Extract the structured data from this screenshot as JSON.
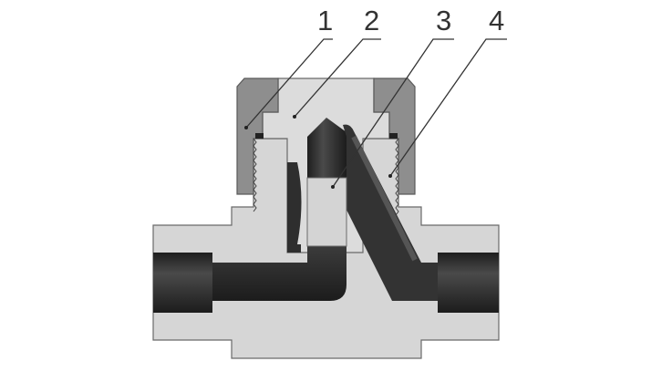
{
  "diagram": {
    "callouts": [
      {
        "number": "1"
      },
      {
        "number": "2"
      },
      {
        "number": "3"
      },
      {
        "number": "4"
      }
    ],
    "colors": {
      "body": "#d6d6d6",
      "cap": "#8e8e8e",
      "fluid_path": "#2f2f2f",
      "outline": "#6a6a6a",
      "label": "#333333"
    }
  }
}
